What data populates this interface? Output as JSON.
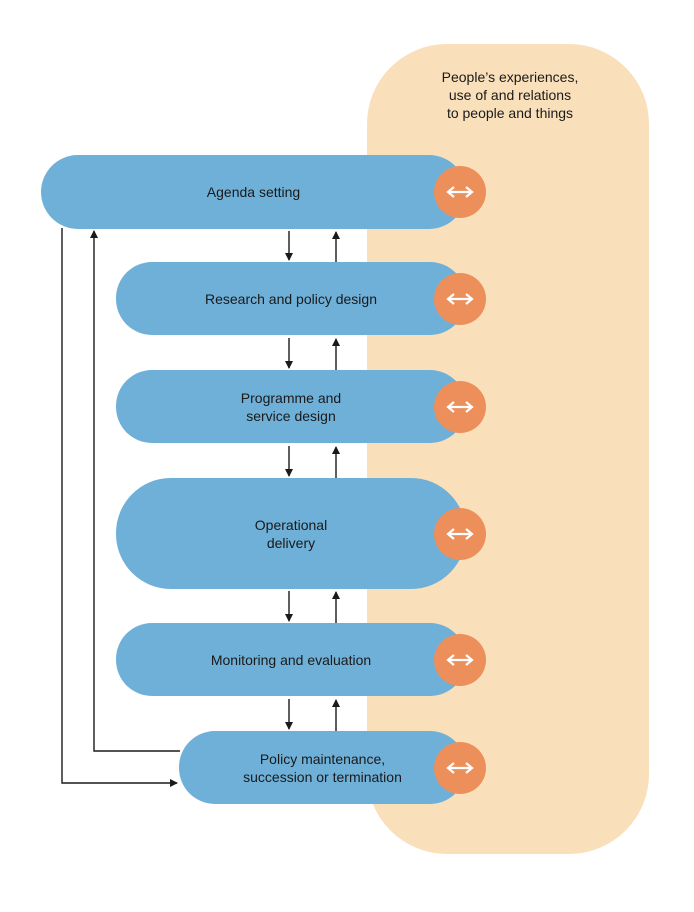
{
  "panel": {
    "text": "People’s experiences,\nuse of and relations\nto people and things",
    "color": "#f9e0bb"
  },
  "stages": [
    {
      "id": "agenda-setting",
      "label": "Agenda setting"
    },
    {
      "id": "research-policy-design",
      "label": "Research and policy design"
    },
    {
      "id": "programme-service-design",
      "label": "Programme and\nservice design"
    },
    {
      "id": "operational-delivery",
      "label": "Operational\ndelivery"
    },
    {
      "id": "monitoring-evaluation",
      "label": "Monitoring and evaluation"
    },
    {
      "id": "policy-maintenance",
      "label": "Policy maintenance,\nsuccession or termination"
    }
  ],
  "colors": {
    "stage": "#6fb0d8",
    "exchange": "#ec8f5b",
    "arrow": "#1a1a1a"
  },
  "icons": {
    "exchange": "double-headed-arrow-icon"
  }
}
